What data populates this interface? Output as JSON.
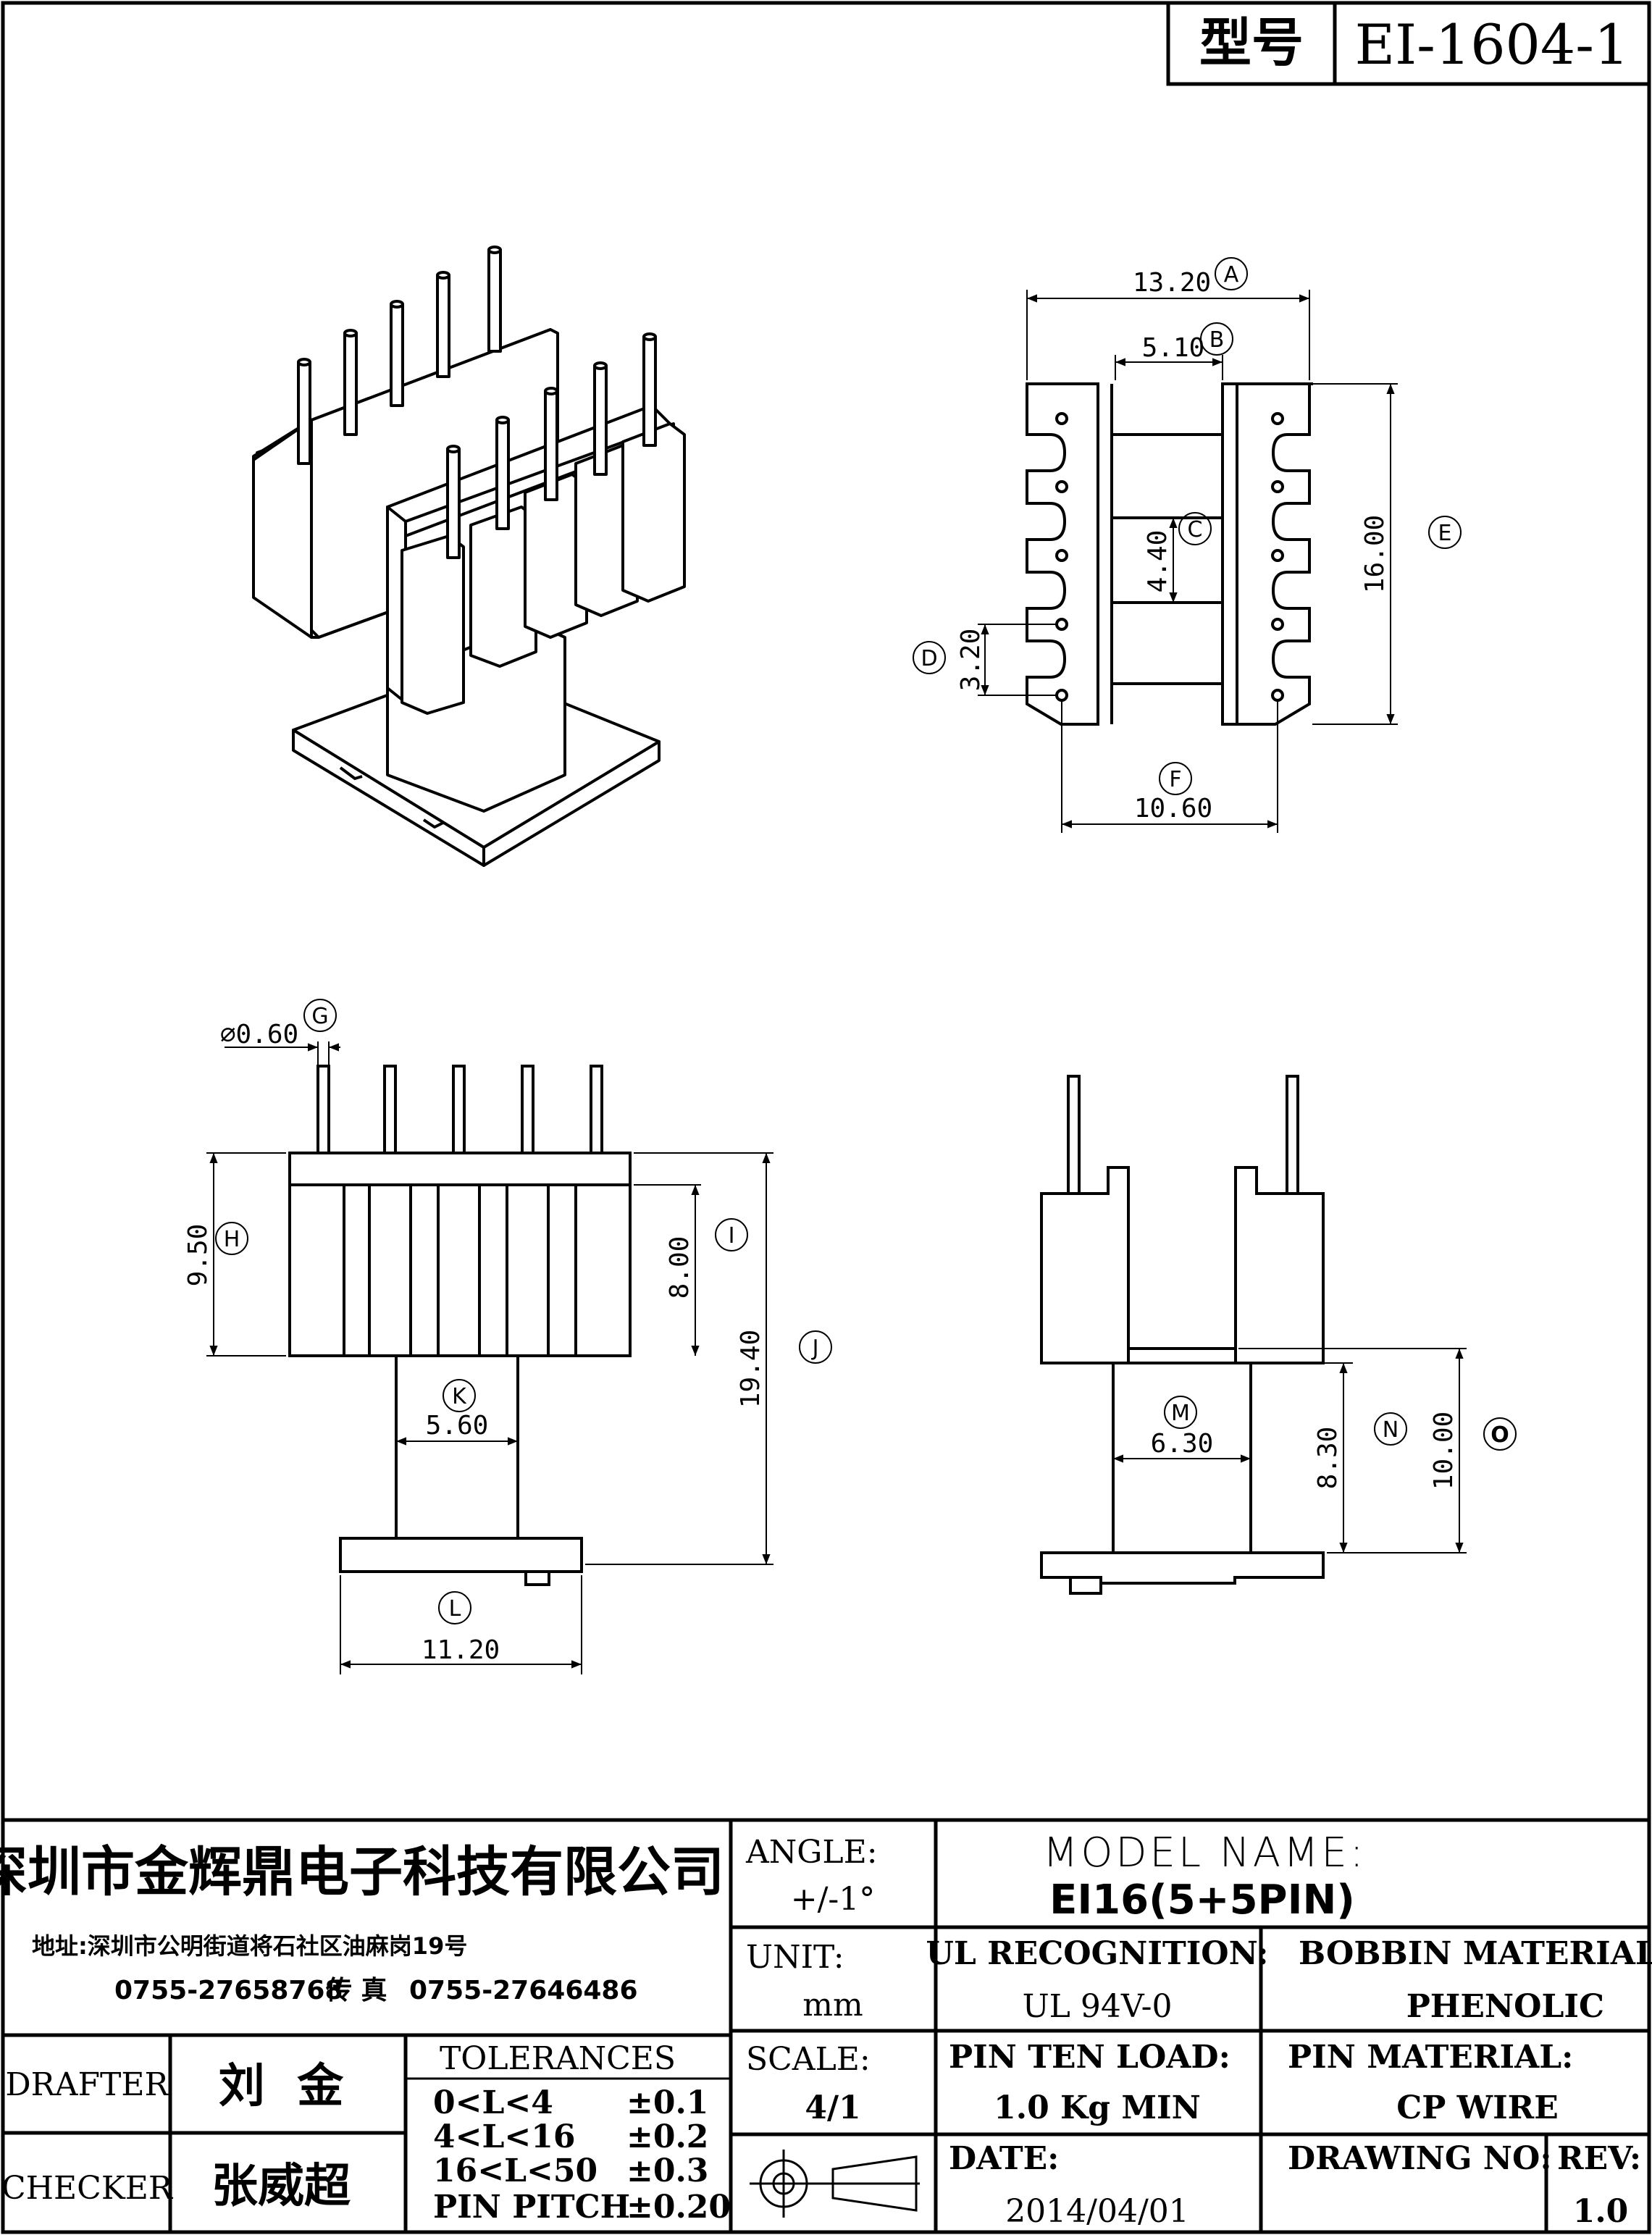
{
  "model_box": {
    "label": "型号",
    "value": "EI-1604-1"
  },
  "top_view": {
    "dim_a": "13.20",
    "dim_b": "5.10",
    "dim_c": "4.40",
    "dim_d": "3.20",
    "dim_e": "16.00",
    "dim_f": "10.60",
    "mark_a": "A",
    "mark_b": "B",
    "mark_c": "C",
    "mark_d": "D",
    "mark_e": "E",
    "mark_f": "F"
  },
  "front_view": {
    "dim_g": "⌀0.60",
    "dim_h": "9.50",
    "dim_i": "8.00",
    "dim_j": "19.40",
    "dim_k": "5.60",
    "dim_l": "11.20",
    "mark_g": "G",
    "mark_h": "H",
    "mark_i": "I",
    "mark_j": "J",
    "mark_k": "K",
    "mark_l": "L"
  },
  "side_view": {
    "dim_m": "6.30",
    "dim_n": "8.30",
    "dim_o": "10.00",
    "mark_m": "M",
    "mark_n": "N",
    "mark_o": "O"
  },
  "title_block": {
    "company": "深圳市金辉鼎电子科技有限公司",
    "address": "地址:深圳市公明街道将石社区油麻岗19号",
    "phone": "0755-27658768",
    "fax_label": "传 真",
    "fax": "0755-27646486",
    "angle_label": "ANGLE:",
    "angle_value": "+/-1°",
    "unit_label": "UNIT:",
    "unit_value": "mm",
    "scale_label": "SCALE:",
    "scale_value": "4/1",
    "model_name_label": "MODEL NAME:",
    "model_name_value": "EI16(5+5PIN)",
    "ul_label": "UL RECOGNITION:",
    "ul_value": "UL 94V-0",
    "bobbin_label": "BOBBIN MATERIAL:",
    "bobbin_value": "PHENOLIC",
    "pin_load_label": "PIN TEN LOAD:",
    "pin_load_value": "1.0 Kg MIN",
    "pin_material_label": "PIN MATERIAL:",
    "pin_material_value": "CP WIRE",
    "date_label": "DATE:",
    "date_value": "2014/04/01",
    "drawing_no_label": "DRAWING NO:",
    "rev_label": "REV:",
    "rev_value": "1.0",
    "drafter_label": "DRAFTER",
    "drafter_name": "刘  金",
    "checker_label": "CHECKER",
    "checker_name": "张威超",
    "tolerances_label": "TOLERANCES",
    "tolerances": [
      {
        "range": "0<L<4",
        "value": "±0.1"
      },
      {
        "range": "4<L<16",
        "value": "±0.2"
      },
      {
        "range": "16<L<50",
        "value": "±0.3"
      },
      {
        "range": "PIN PITCH",
        "value": "±0.20"
      }
    ]
  }
}
